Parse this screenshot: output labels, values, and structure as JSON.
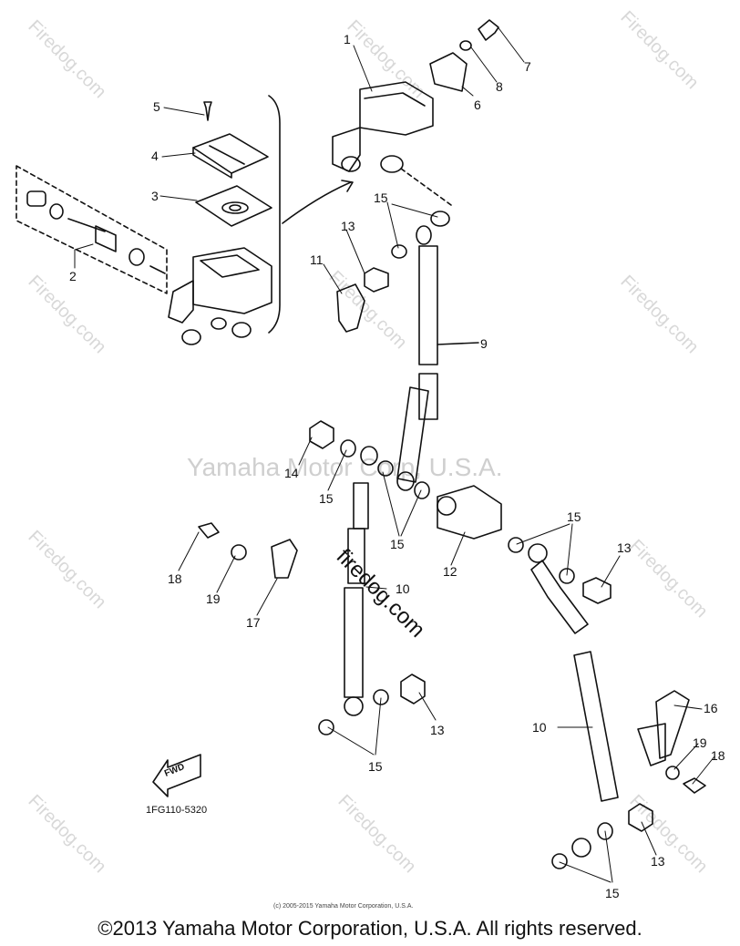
{
  "diagram": {
    "part_code": "1FG110-5320",
    "fwd_label": "FWD",
    "watermark_center": "Yamaha Motor Corp, U.S.A.",
    "watermark_diag": "firedog.com",
    "watermark_tile": "Firedog.com",
    "copyright_small": "(c) 2005-2015 Yamaha Motor Corporation, U.S.A.",
    "callouts": {
      "c1": "1",
      "c2": "2",
      "c3": "3",
      "c4": "4",
      "c5": "5",
      "c6": "6",
      "c7": "7",
      "c8": "8",
      "c9": "9",
      "c10a": "10",
      "c10b": "10",
      "c11": "11",
      "c12": "12",
      "c13a": "13",
      "c13b": "13",
      "c13c": "13",
      "c13d": "13",
      "c14": "14",
      "c15a": "15",
      "c15b": "15",
      "c15c": "15",
      "c15d": "15",
      "c15e": "15",
      "c15f": "15",
      "c16": "16",
      "c17": "17",
      "c18a": "18",
      "c18b": "18",
      "c19a": "19",
      "c19b": "19"
    }
  },
  "footer": {
    "copyright": "©2013 Yamaha Motor Corporation, U.S.A. All rights reserved."
  }
}
